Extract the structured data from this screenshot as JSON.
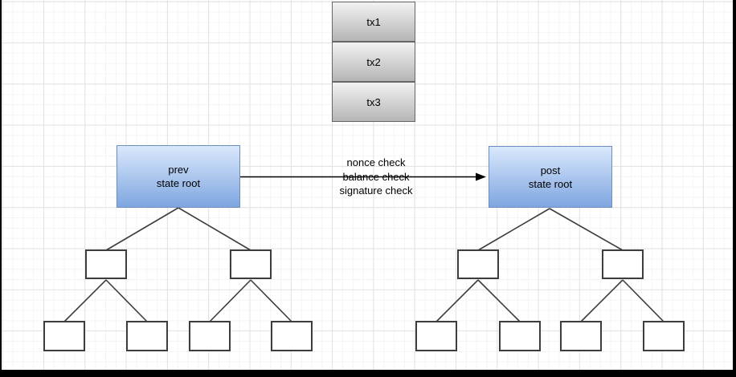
{
  "colors": {
    "page_bg": "#ffffff",
    "grid_minor": "#f4f4f4",
    "grid_major": "#e2e2e2",
    "tx_top": "#f2f2f2",
    "tx_bottom": "#b5b5b5",
    "tx_border": "#666666",
    "blue_top": "#dae8fc",
    "blue_bottom": "#7ea6e0",
    "blue_border": "#6c8ebf",
    "leaf_fill": "#ffffff",
    "leaf_border": "#3d3d3d",
    "edge_color": "#3d3d3d",
    "arrow_color": "#000000",
    "text_color": "#000000",
    "frame_color": "#000000"
  },
  "diagram": {
    "transactions": [
      {
        "label": "tx1"
      },
      {
        "label": "tx2"
      },
      {
        "label": "tx3"
      }
    ],
    "prev_state_root": {
      "label": "prev\nstate root"
    },
    "post_state_root": {
      "label": "post\nstate root"
    },
    "transition_arrow": {
      "labels": [
        "nonce check",
        "balance check",
        "signature check"
      ]
    }
  }
}
